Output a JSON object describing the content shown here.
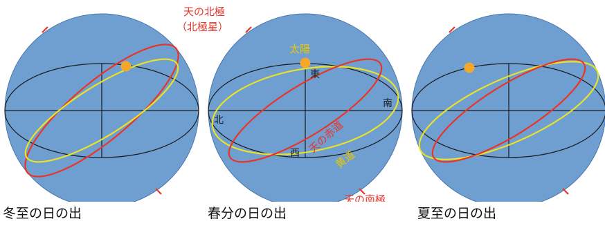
{
  "panels": [
    {
      "caption": "冬至の日の出"
    },
    {
      "caption": "春分の日の出"
    },
    {
      "caption": "夏至の日の出"
    }
  ],
  "labels": {
    "north_pole_line1": "天の北極",
    "north_pole_line2": "（北極星）",
    "sun": "太陽",
    "east": "東",
    "south": "南",
    "north": "北",
    "west": "西",
    "celestial_equator": "天の赤道",
    "ecliptic": "黄道",
    "south_pole": "天の南極"
  },
  "colors": {
    "sphere": "#6f9fd1",
    "sphere_edge": "#4a77a8",
    "equator": "#e8352a",
    "ecliptic": "#e8e22a",
    "sun": "#f5a72a",
    "lines": "#1a1a1a"
  }
}
